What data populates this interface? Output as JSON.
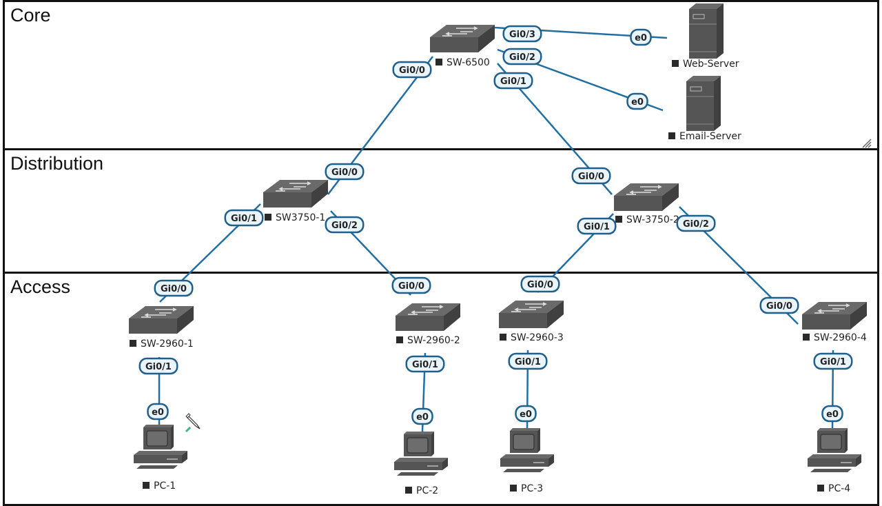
{
  "zones": [
    {
      "id": "core",
      "title": "Core"
    },
    {
      "id": "distribution",
      "title": "Distribution"
    },
    {
      "id": "access",
      "title": "Access"
    }
  ],
  "colors": {
    "link": "#1f6fa3",
    "port_border": "#1f5f8a",
    "port_fill": "#eaf4fb",
    "device": "#555555",
    "device_top": "#6a6a6a",
    "device_side": "#404040"
  },
  "devices": [
    {
      "id": "SW-6500",
      "type": "switch",
      "label": "SW-6500"
    },
    {
      "id": "Web-Server",
      "type": "server",
      "label": "Web-Server"
    },
    {
      "id": "Email-Server",
      "type": "server",
      "label": "Email-Server"
    },
    {
      "id": "SW3750-1",
      "type": "switch",
      "label": "SW3750-1"
    },
    {
      "id": "SW-3750-2",
      "type": "switch",
      "label": "SW-3750-2"
    },
    {
      "id": "SW-2960-1",
      "type": "switch",
      "label": "SW-2960-1"
    },
    {
      "id": "SW-2960-2",
      "type": "switch",
      "label": "SW-2960-2"
    },
    {
      "id": "SW-2960-3",
      "type": "switch",
      "label": "SW-2960-3"
    },
    {
      "id": "SW-2960-4",
      "type": "switch",
      "label": "SW-2960-4"
    },
    {
      "id": "PC-1",
      "type": "pc",
      "label": "PC-1"
    },
    {
      "id": "PC-2",
      "type": "pc",
      "label": "PC-2"
    },
    {
      "id": "PC-3",
      "type": "pc",
      "label": "PC-3"
    },
    {
      "id": "PC-4",
      "type": "pc",
      "label": "PC-4"
    }
  ],
  "links": [
    {
      "a": "SW-6500",
      "a_port": "Gi0/3",
      "b": "Web-Server",
      "b_port": "e0"
    },
    {
      "a": "SW-6500",
      "a_port": "Gi0/2",
      "b": "Email-Server",
      "b_port": "e0"
    },
    {
      "a": "SW-6500",
      "a_port": "Gi0/0",
      "b": "SW3750-1",
      "b_port": "Gi0/0"
    },
    {
      "a": "SW-6500",
      "a_port": "Gi0/1",
      "b": "SW-3750-2",
      "b_port": "Gi0/0"
    },
    {
      "a": "SW3750-1",
      "a_port": "Gi0/1",
      "b": "SW-2960-1",
      "b_port": "Gi0/0"
    },
    {
      "a": "SW3750-1",
      "a_port": "Gi0/2",
      "b": "SW-2960-2",
      "b_port": "Gi0/0"
    },
    {
      "a": "SW-3750-2",
      "a_port": "Gi0/1",
      "b": "SW-2960-3",
      "b_port": "Gi0/0"
    },
    {
      "a": "SW-3750-2",
      "a_port": "Gi0/2",
      "b": "SW-2960-4",
      "b_port": "Gi0/0"
    },
    {
      "a": "SW-2960-1",
      "a_port": "Gi0/1",
      "b": "PC-1",
      "b_port": "e0"
    },
    {
      "a": "SW-2960-2",
      "a_port": "Gi0/1",
      "b": "PC-2",
      "b_port": "e0"
    },
    {
      "a": "SW-2960-3",
      "a_port": "Gi0/1",
      "b": "PC-3",
      "b_port": "e0"
    },
    {
      "a": "SW-2960-4",
      "a_port": "Gi0/1",
      "b": "PC-4",
      "b_port": "e0"
    }
  ]
}
